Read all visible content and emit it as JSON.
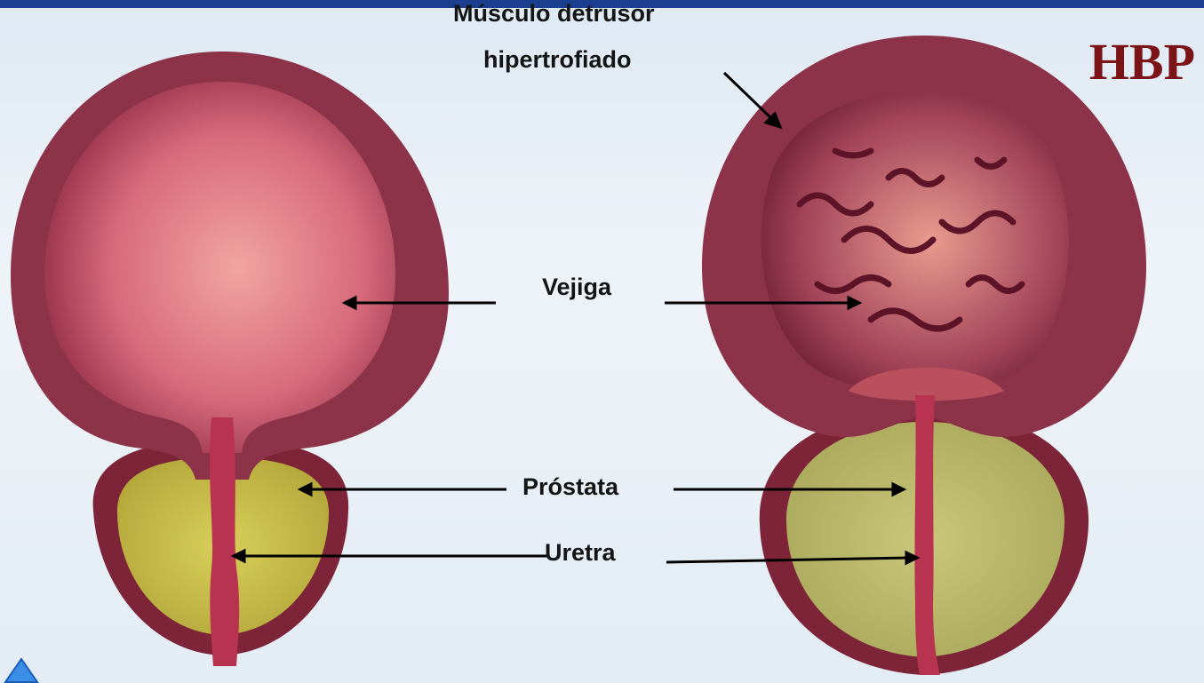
{
  "title": "HBP",
  "labels": {
    "detrusor_line1": "Músculo detrusor",
    "detrusor_line2": "hipertrofiado",
    "bladder": "Vejiga",
    "prostate": "Próstata",
    "urethra": "Uretra"
  },
  "colors": {
    "accent_bar": "#1b3f8e",
    "title": "#7a1418",
    "muscle": "#8c3349",
    "bladder_lumen": "#e07b86",
    "prostate": "#c8be4a",
    "urethra": "#b83350"
  },
  "icons": [
    "nav-up-arrow-icon"
  ]
}
